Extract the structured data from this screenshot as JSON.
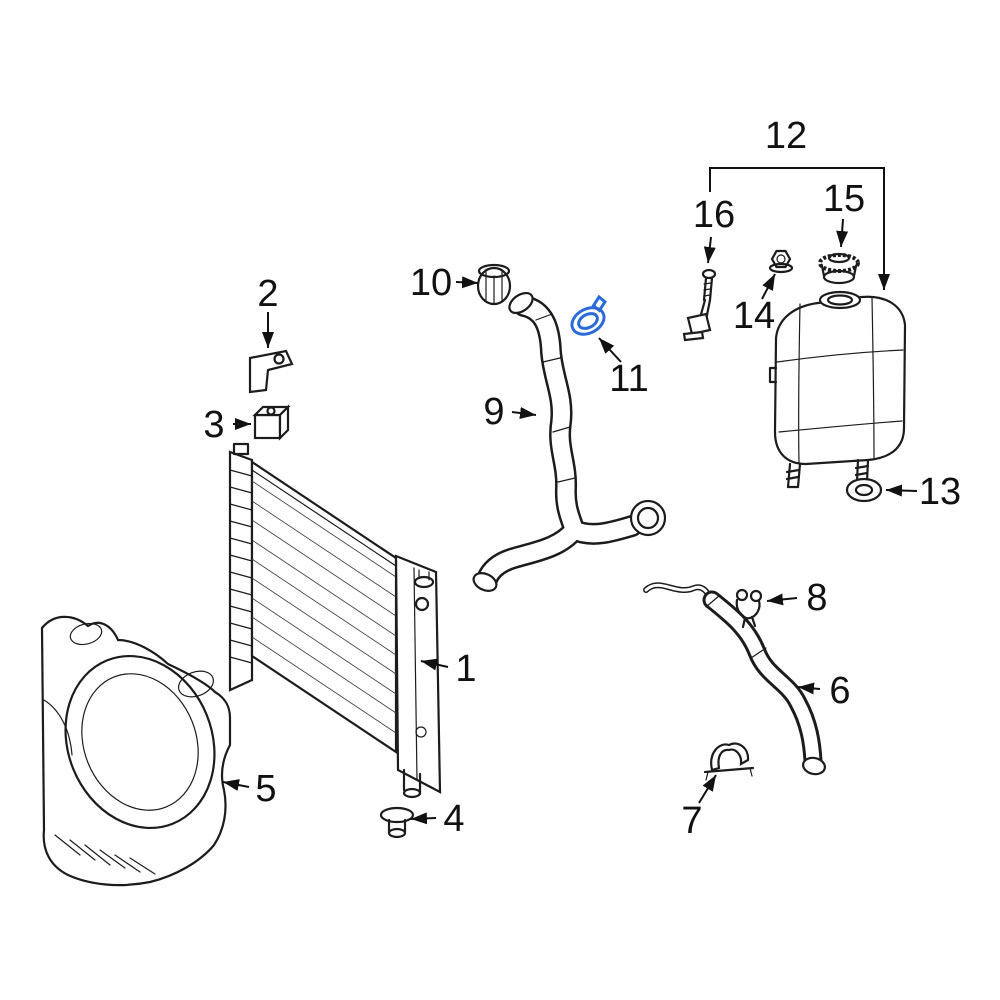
{
  "diagram": {
    "colors": {
      "background": "#ffffff",
      "outline": "#1c1c1c",
      "highlight": "#2a6bd8"
    },
    "callouts": [
      {
        "label": "1"
      },
      {
        "label": "2"
      },
      {
        "label": "3"
      },
      {
        "label": "4"
      },
      {
        "label": "5"
      },
      {
        "label": "6"
      },
      {
        "label": "7"
      },
      {
        "label": "8"
      },
      {
        "label": "9"
      },
      {
        "label": "10"
      },
      {
        "label": "11"
      },
      {
        "label": "12"
      },
      {
        "label": "13"
      },
      {
        "label": "14"
      },
      {
        "label": "15"
      },
      {
        "label": "16"
      }
    ]
  }
}
